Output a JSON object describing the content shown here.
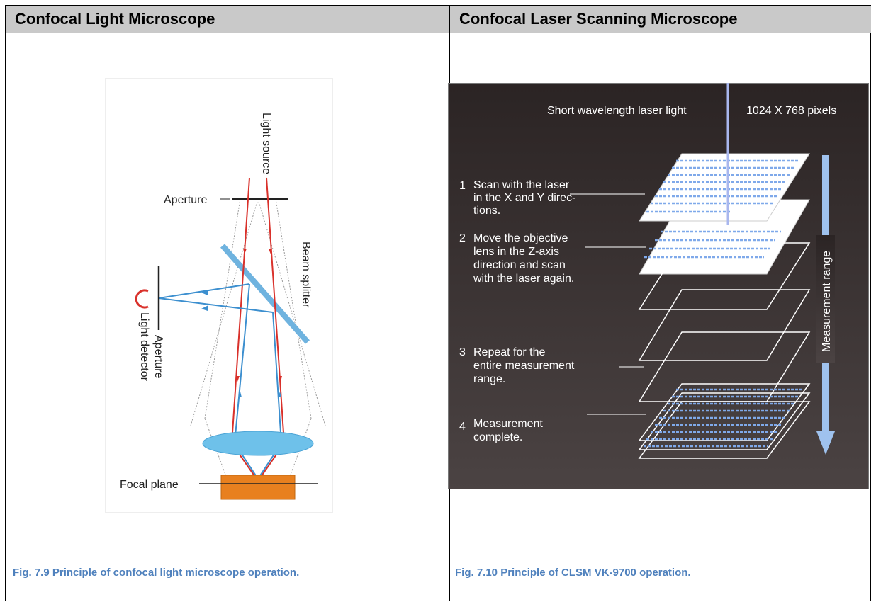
{
  "header": {
    "left_title": "Confocal Light Microscope",
    "right_title": "Confocal Laser Scanning Microscope"
  },
  "left_figure": {
    "light_source": "Light source",
    "aperture_top": "Aperture",
    "beam_splitter": "Beam splitter",
    "aperture_side": "Aperture",
    "light_detector": "Light detector",
    "focal_plane": "Focal plane"
  },
  "right_figure": {
    "laser_label": "Short wavelength laser light",
    "pixels_label": "1024 X 768 pixels",
    "measurement_range": "Measurement range",
    "steps": [
      {
        "num": "1",
        "lines": [
          "Scan with the laser",
          "in the X and Y direc-",
          "tions."
        ]
      },
      {
        "num": "2",
        "lines": [
          "Move the objective",
          "lens in the Z-axis",
          "direction and scan",
          "with the laser again."
        ]
      },
      {
        "num": "3",
        "lines": [
          "Repeat for the",
          "entire measurement",
          "range."
        ]
      },
      {
        "num": "4",
        "lines": [
          "Measurement",
          "complete."
        ]
      }
    ]
  },
  "captions": {
    "left": "Fig. 7.9 Principle of confocal light microscope operation.",
    "right": "Fig. 7.10 Principle of CLSM VK-9700 operation."
  },
  "colors": {
    "header_bg": "#c9c9c9",
    "caption": "#4f81bd",
    "red_ray": "#d9312b",
    "blue_ray": "#3c8fcf",
    "lens": "#6ec1ea",
    "sample": "#e8801f",
    "panel_bg": "#3a3333"
  }
}
